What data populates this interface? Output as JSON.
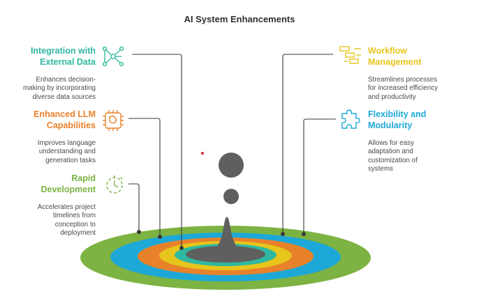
{
  "title": "AI System Enhancements",
  "colors": {
    "green": "#7cb342",
    "blue": "#1da8d8",
    "orange": "#e8822a",
    "yellow": "#e7c51c",
    "teal": "#2fb8a0",
    "gray": "#5f5f5f",
    "red_dot": "#d32f2f"
  },
  "items": [
    {
      "heading": "Integration with\nExternal Data",
      "desc": "Enhances decision-\nmaking by incorporating\ndiverse data sources",
      "color": "#2fb8a0",
      "icon": "network-nodes-icon"
    },
    {
      "heading": "Enhanced LLM\nCapabilities",
      "desc": "Improves language\nunderstanding and\ngeneration tasks",
      "color": "#e8822a",
      "icon": "cpu-chip-icon"
    },
    {
      "heading": "Rapid\nDevelopment",
      "desc": "Accelerates project\ntimelines from\nconception to\ndeployment",
      "color": "#7cb342",
      "icon": "stopwatch-icon"
    },
    {
      "heading": "Workflow\nManagement",
      "desc": "Streamlines processes\nfor increased efficiency\nand productivity",
      "color": "#e7c51c",
      "icon": "gantt-chart-icon"
    },
    {
      "heading": "Flexibility and\nModularity",
      "desc": "Allows for easy\nadaptation and\ncustomization of\nsystems",
      "color": "#1da8d8",
      "icon": "puzzle-piece-icon"
    }
  ]
}
